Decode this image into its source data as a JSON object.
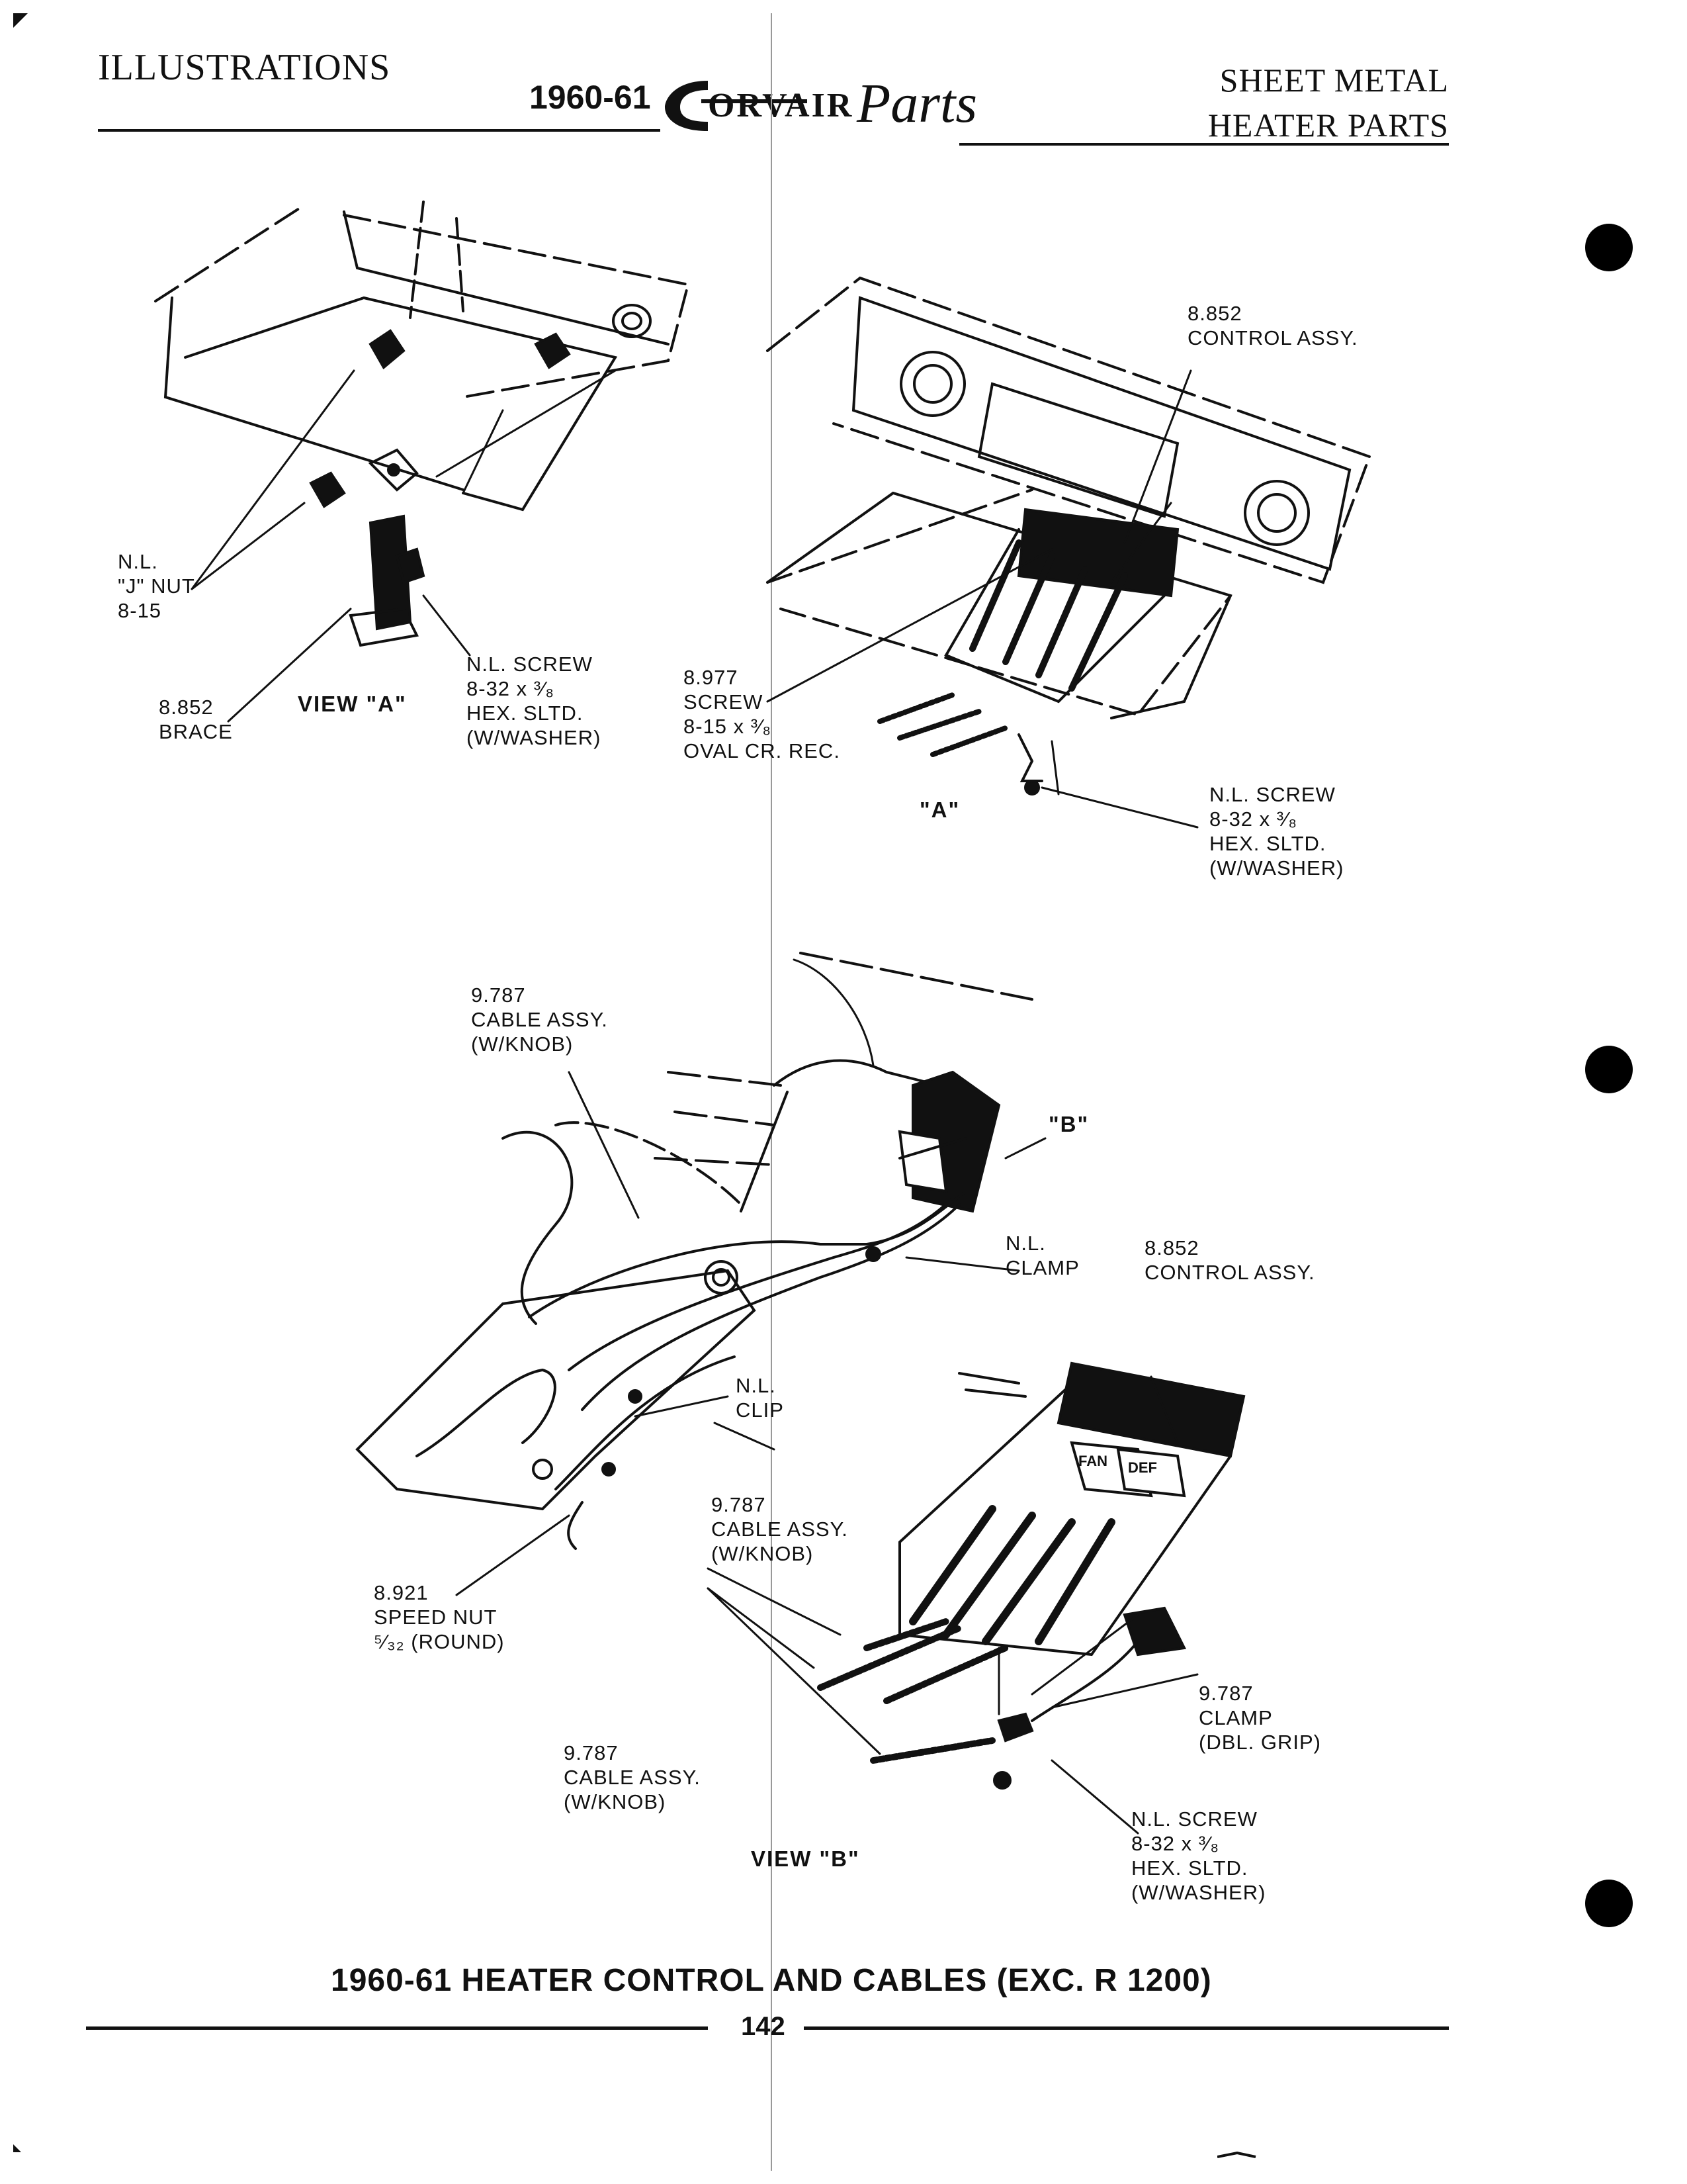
{
  "header": {
    "left": "ILLUSTRATIONS",
    "model_years": "1960-61",
    "brand": "ORVAIR",
    "brand_script": "Parts",
    "right_line1": "SHEET METAL",
    "right_line2": "HEATER PARTS"
  },
  "callouts": {
    "j_nut": "N.L.\n\"J\" NUT\n8-15",
    "brace": "8.852\nBRACE",
    "view_a": "VIEW \"A\"",
    "brace_screw": "N.L. SCREW\n8-32 x ³⁄₈\nHEX. SLTD.\n(W/WASHER)",
    "control_assy_top": "8.852\nCONTROL ASSY.",
    "oval_screw": "8.977\nSCREW\n8-15 x ³⁄₈\nOVAL CR. REC.",
    "a_marker": "\"A\"",
    "top_screw": "N.L. SCREW\n8-32 x ³⁄₈\nHEX. SLTD.\n(W/WASHER)",
    "cable_assy_upper": "9.787\nCABLE ASSY.\n(W/KNOB)",
    "b_marker": "\"B\"",
    "clamp": "N.L.\nCLAMP",
    "control_assy_bottom": "8.852\nCONTROL ASSY.",
    "clip": "N.L.\nCLIP",
    "cable_assy_mid": "9.787\nCABLE ASSY.\n(W/KNOB)",
    "speed_nut": "8.921\nSPEED NUT\n⁵⁄₃₂ (ROUND)",
    "dbl_clamp": "9.787\nCLAMP\n(DBL. GRIP)",
    "cable_assy_lower": "9.787\nCABLE ASSY.\n(W/KNOB)",
    "view_b": "VIEW \"B\"",
    "bottom_screw": "N.L. SCREW\n8-32 x ³⁄₈\nHEX. SLTD.\n(W/WASHER)",
    "fan_label": "FAN",
    "def_label": "DEF"
  },
  "caption": "1960-61 HEATER CONTROL AND CABLES (EXC. R 1200)",
  "page_number": "142"
}
